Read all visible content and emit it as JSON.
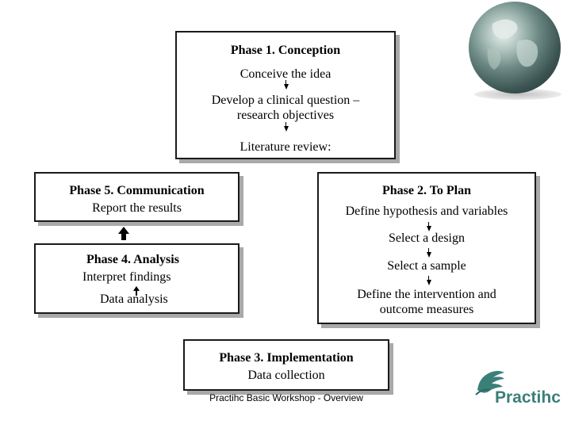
{
  "phase1": {
    "title": "Phase 1. Conception",
    "step1": "Conceive the idea",
    "step2_line1": "Develop a clinical question –",
    "step2_line2": "research objectives",
    "step3": "Literature review:"
  },
  "phase5": {
    "title": "Phase 5. Communication",
    "step1": "Report the results"
  },
  "phase2": {
    "title": "Phase 2. To Plan",
    "step1": "Define hypothesis and variables",
    "step2": "Select a design",
    "step3": "Select a sample",
    "step4_line1": "Define the intervention and",
    "step4_line2": "outcome measures"
  },
  "phase4": {
    "title": "Phase 4. Analysis",
    "step1": "Interpret findings",
    "step2": "Data analysis"
  },
  "phase3": {
    "title": "Phase 3. Implementation",
    "step1": "Data collection"
  },
  "footer": "Practihc Basic Workshop - Overview",
  "logo": {
    "name": "Practihc",
    "color": "#3b7f79"
  },
  "globe": {
    "icon": "globe-icon"
  }
}
